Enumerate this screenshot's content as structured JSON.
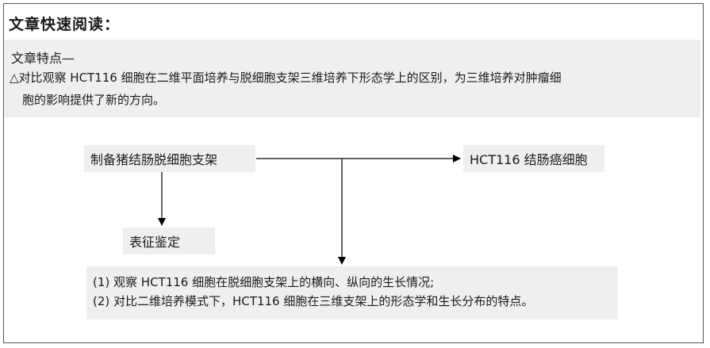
{
  "heading": "文章快速阅读：",
  "summary": {
    "title": "文章特点—",
    "line1": "△对比观察 HCT116 细胞在二维平面培养与脱细胞支架三维培养下形态学上的区别，为三维培养对肿瘤细",
    "line2": "胞的影响提供了新的方向。"
  },
  "flow": {
    "start": "制备猪结肠脱细胞支架",
    "target": "HCT116 结肠癌细胞",
    "identify": "表征鉴定",
    "detail": [
      "(1) 观察 HCT116 细胞在脱细胞支架上的横向、纵向的生长情况;",
      "(2) 对比二维培养模式下，HCT116 细胞在三维支架上的形态学和生长分布的特点。"
    ]
  }
}
